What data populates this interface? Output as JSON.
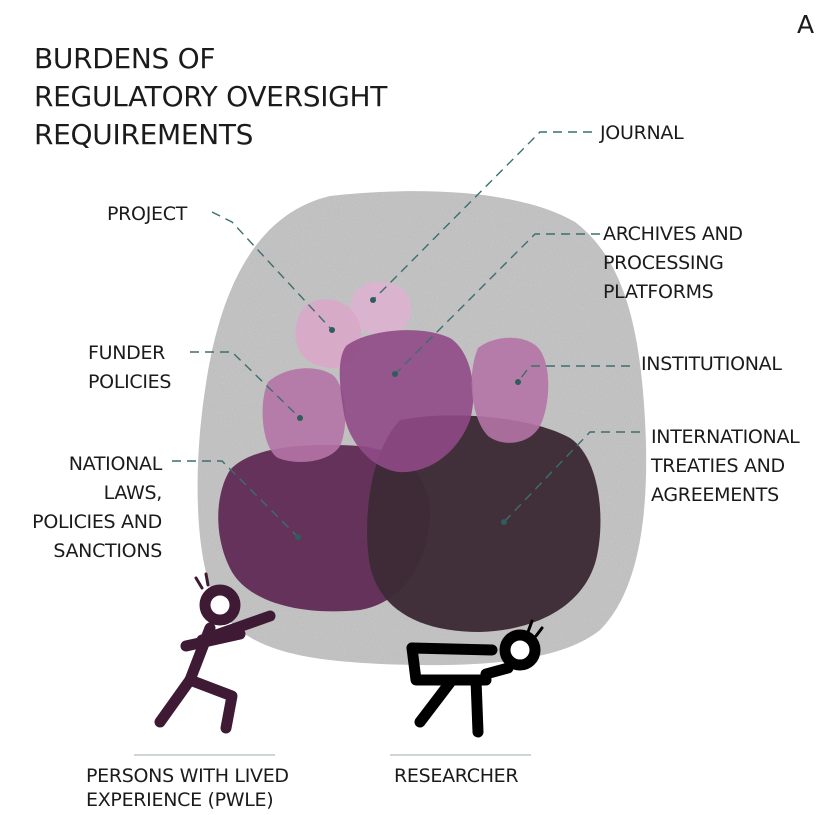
{
  "panel_letter": "A",
  "title": [
    "BURDENS OF",
    "REGULATORY OVERSIGHT",
    "REQUIREMENTS"
  ],
  "labels": {
    "journal": [
      "JOURNAL"
    ],
    "project": [
      "PROJECT"
    ],
    "archives": [
      "ARCHIVES AND",
      "PROCESSING",
      "PLATFORMS"
    ],
    "funder": [
      "FUNDER",
      "POLICIES"
    ],
    "institutional": [
      "INSTITUTIONAL"
    ],
    "national": [
      "NATIONAL",
      "LAWS,",
      "POLICIES AND",
      "SANCTIONS"
    ],
    "international": [
      "INTERNATIONAL",
      "TREATIES AND",
      "AGREEMENTS"
    ]
  },
  "people": {
    "pwle": [
      "PERSONS WITH LIVED",
      "EXPERIENCE (PWLE)"
    ],
    "researcher": [
      "RESEARCHER"
    ]
  },
  "colors": {
    "boulder": "#c9c9c9",
    "light_pink": "#dcb3d0",
    "mid_pink": "#b574a6",
    "purple": "#8f4a86",
    "dark_plum": "#5f2a55",
    "dark_brown": "#3d2b36",
    "leader_line": "#3d6e6e",
    "pwle_figure": "#3f1a35",
    "researcher_figure": "#000000"
  }
}
